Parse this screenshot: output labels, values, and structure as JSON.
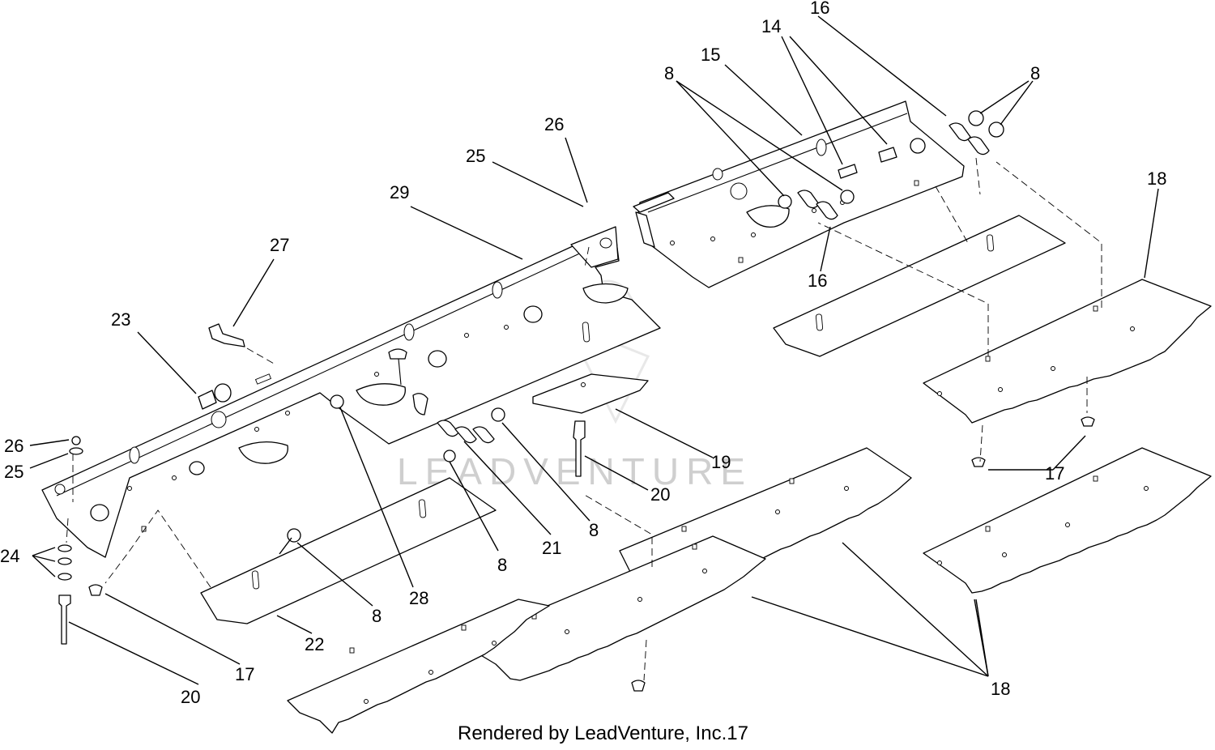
{
  "callouts": [
    {
      "id": "c14",
      "text": "14"
    },
    {
      "id": "c15",
      "text": "15"
    },
    {
      "id": "c16a",
      "text": "16"
    },
    {
      "id": "c16b",
      "text": "16"
    },
    {
      "id": "c8a",
      "text": "8"
    },
    {
      "id": "c8b",
      "text": "8"
    },
    {
      "id": "c8c",
      "text": "8"
    },
    {
      "id": "c8d",
      "text": "8"
    },
    {
      "id": "c8e",
      "text": "8"
    },
    {
      "id": "c17a",
      "text": "17"
    },
    {
      "id": "c17b",
      "text": "17"
    },
    {
      "id": "c18a",
      "text": "18"
    },
    {
      "id": "c18b",
      "text": "18"
    },
    {
      "id": "c19",
      "text": "19"
    },
    {
      "id": "c20a",
      "text": "20"
    },
    {
      "id": "c20b",
      "text": "20"
    },
    {
      "id": "c21",
      "text": "21"
    },
    {
      "id": "c22",
      "text": "22"
    },
    {
      "id": "c23",
      "text": "23"
    },
    {
      "id": "c24",
      "text": "24"
    },
    {
      "id": "c25a",
      "text": "25"
    },
    {
      "id": "c25b",
      "text": "25"
    },
    {
      "id": "c26a",
      "text": "26"
    },
    {
      "id": "c26b",
      "text": "26"
    },
    {
      "id": "c27",
      "text": "27"
    },
    {
      "id": "c28",
      "text": "28"
    },
    {
      "id": "c29",
      "text": "29"
    }
  ],
  "footer": {
    "credit": "Rendered by LeadVenture, Inc.17"
  },
  "watermark": {
    "text": "LEADVENTURE"
  },
  "colors": {
    "ink": "#000000",
    "paper": "#ffffff",
    "watermark": "#cfcfcf"
  }
}
